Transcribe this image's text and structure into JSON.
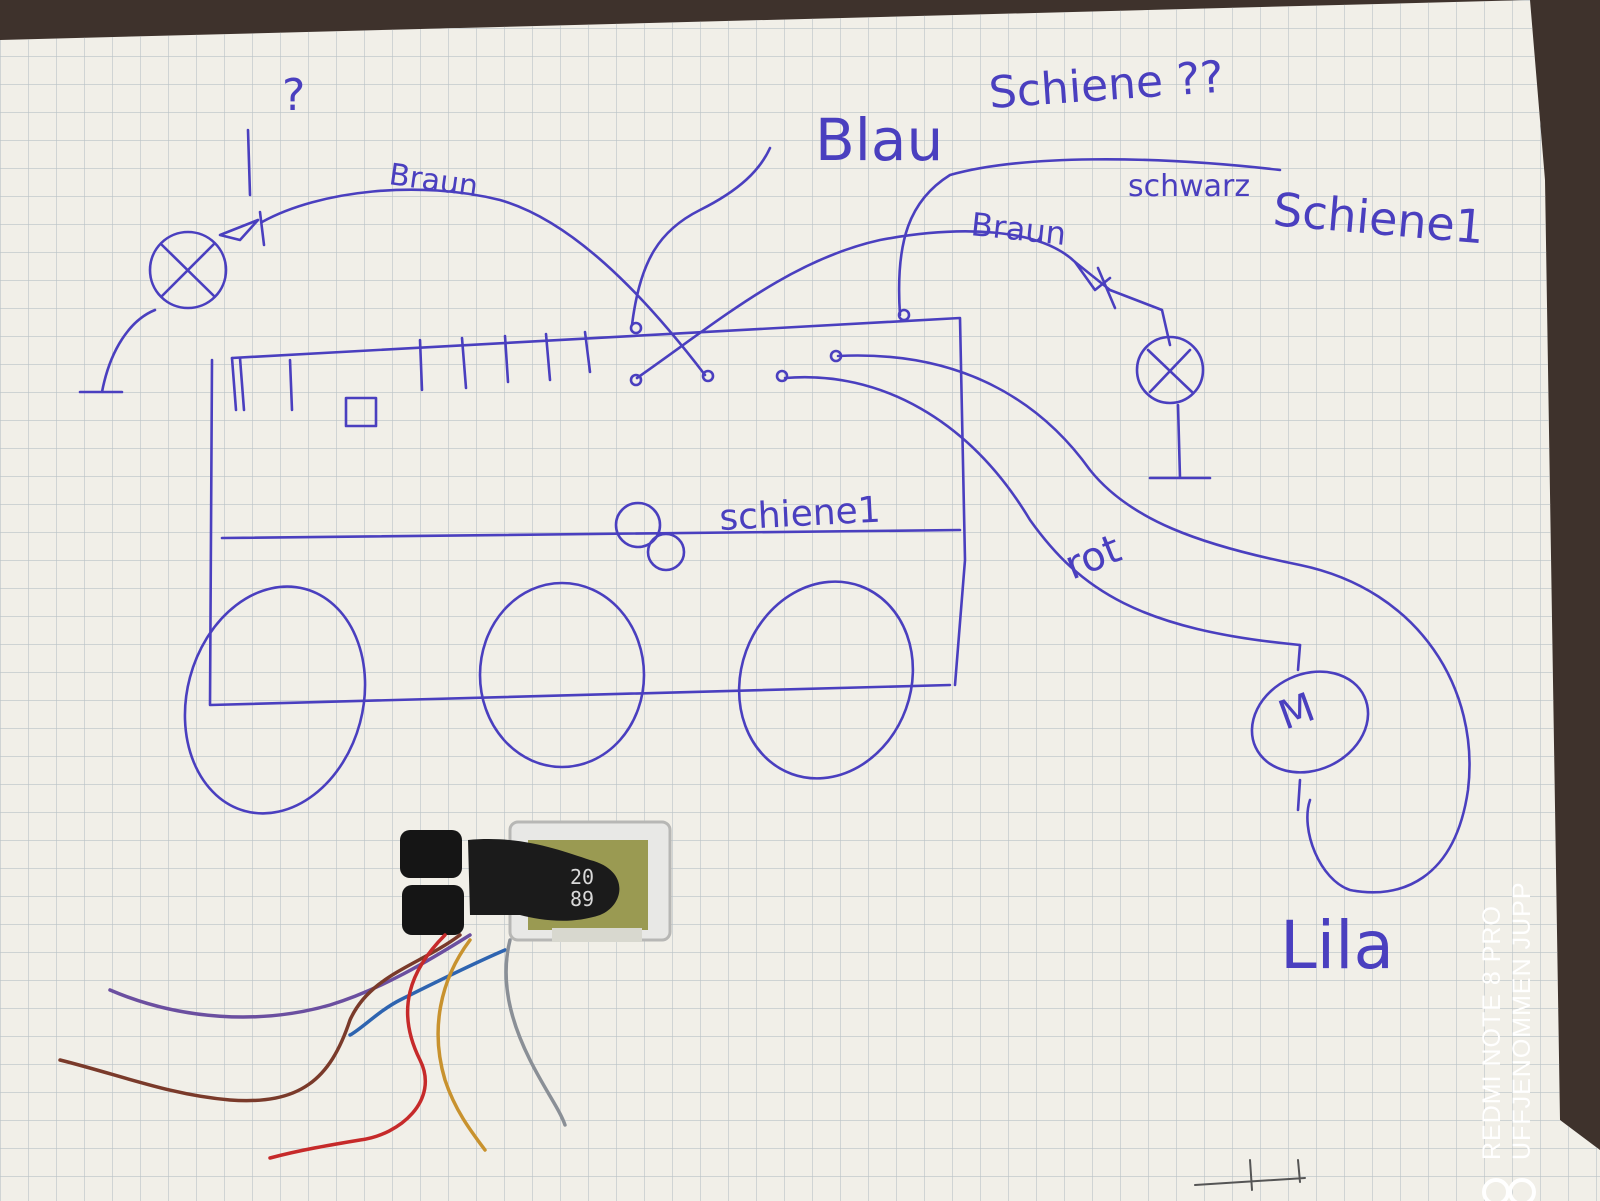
{
  "sketch": {
    "labels": {
      "question": "?",
      "braun_left": "Braun",
      "blau": "Blau",
      "schiene_question": "Schiene ??",
      "schwarz": "schwarz",
      "braun_right": "Braun",
      "schiene1_right": "Schiene1",
      "schiene1_mid": "schiene1",
      "rot": "rot",
      "motor": "M",
      "lila": "Lila"
    },
    "ink_color": "#4a3fbf",
    "paper_color": "#f1efe8",
    "grid_color": "#b9c2c6"
  },
  "decoder": {
    "chip_text_line1": "20",
    "chip_text_line2": "89",
    "wire_colors": [
      "#6b4fa0",
      "#7a3a2a",
      "#2e64b0",
      "#c62a2a",
      "#c8922e",
      "#8a8f96"
    ]
  },
  "watermark": {
    "device": "REDMI NOTE 8 PRO",
    "credit": "UFFJENOMMEN JUPP"
  }
}
